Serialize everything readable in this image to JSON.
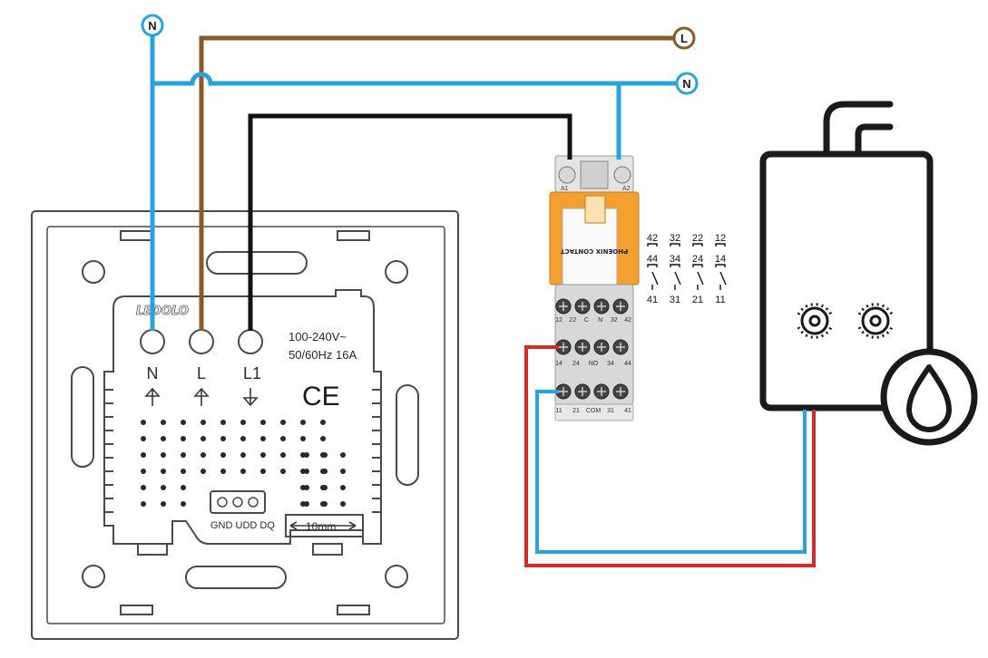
{
  "terminals": {
    "neutral_top": "N",
    "live": "L",
    "neutral_right": "N"
  },
  "switch_panel": {
    "brand": "LEDOLO",
    "terminal_labels": [
      "N",
      "L",
      "L1"
    ],
    "rating_line1": "100-240V~",
    "rating_line2": "50/60Hz 16A",
    "ce_mark": "CE",
    "sensor_pins_label": "GND UDD DQ",
    "dimension_label": "10mm"
  },
  "relay": {
    "coil_labels": [
      "A1",
      "A2"
    ],
    "brand": "PHOENIX CONTACT",
    "top_terminals": [
      "12",
      "22",
      "C",
      "N",
      "32",
      "42"
    ],
    "mid_terminals": [
      "14",
      "24",
      "NO",
      "34",
      "44"
    ],
    "bottom_terminals": [
      "11",
      "21",
      "COM",
      "31",
      "41"
    ],
    "contact_sets": [
      {
        "top": "42",
        "mid": "44",
        "bottom": "41"
      },
      {
        "top": "32",
        "mid": "34",
        "bottom": "31"
      },
      {
        "top": "22",
        "mid": "24",
        "bottom": "21"
      },
      {
        "top": "12",
        "mid": "14",
        "bottom": "11"
      }
    ]
  },
  "colors": {
    "neutral_wire": "#2aa3dc",
    "live_wire": "#8b5a2b",
    "load_wire": "#111111",
    "signal_red": "#d42a2a",
    "signal_blue": "#2aa3dc",
    "panel_line": "#4a4a4a",
    "relay_orange": "#f4a030"
  },
  "icons": [
    "flame-knob-icon",
    "water-drop-icon"
  ]
}
